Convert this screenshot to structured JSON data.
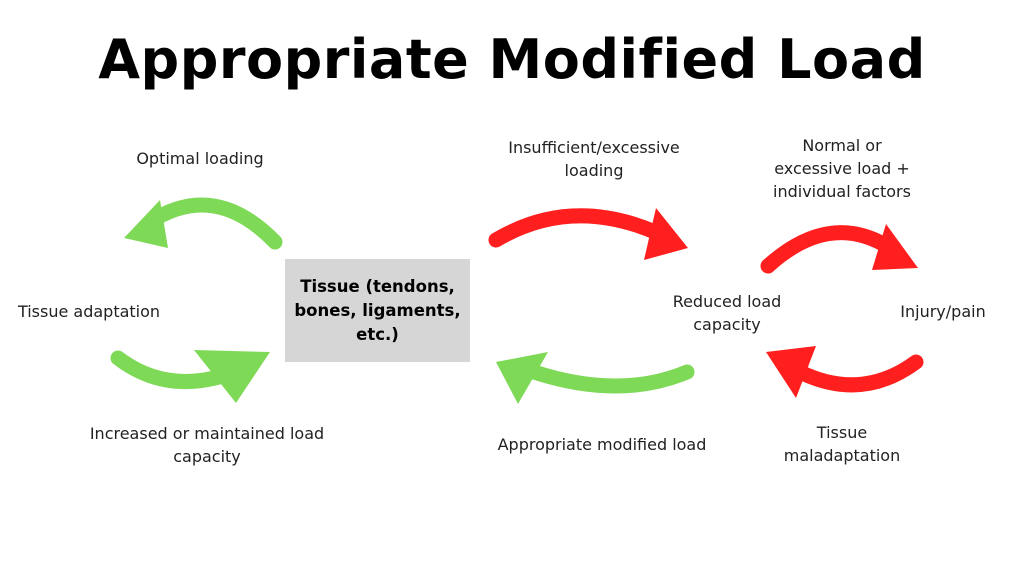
{
  "title": "Appropriate Modified Load",
  "center_node": "Tissue (tendons, bones, ligaments, etc.)",
  "colors": {
    "positive_arrow": "#7ed957",
    "negative_arrow": "#ff1f1f",
    "box_fill": "#d6d6d6"
  },
  "labels": {
    "optimal_loading": "Optimal loading",
    "tissue_adaptation": "Tissue adaptation",
    "increased_capacity": "Increased or maintained load capacity",
    "insufficient_loading": "Insufficient/excessive loading",
    "reduced_capacity": "Reduced load capacity",
    "appropriate_modified": "Appropriate modified load",
    "normal_excessive": "Normal or excessive load + individual factors",
    "injury_pain": "Injury/pain",
    "tissue_maladaptation": "Tissue maladaptation"
  }
}
